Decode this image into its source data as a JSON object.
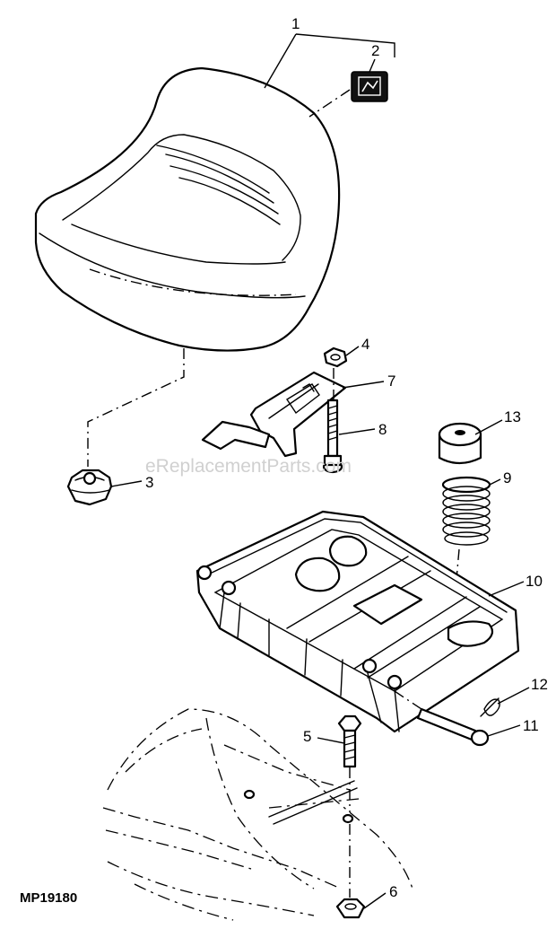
{
  "diagram": {
    "reference_code": "MP19180",
    "watermark": "eReplacementParts.com",
    "callouts": [
      "1",
      "2",
      "3",
      "4",
      "5",
      "6",
      "7",
      "8",
      "9",
      "10",
      "11",
      "12",
      "13"
    ]
  }
}
